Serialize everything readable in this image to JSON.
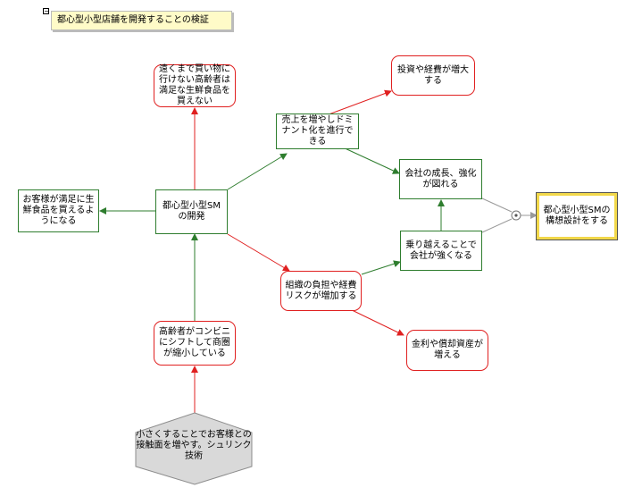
{
  "diagram": {
    "title": "都心型小型店舗を開発することの検証",
    "collapse_symbol": "−",
    "colors": {
      "red": "#e02020",
      "green": "#2e7d2e",
      "gray": "#999999",
      "goal_border": "#f2d84a"
    },
    "nodes": {
      "central": "都心型小型SMの開発",
      "customer": "お客様が満足に生鮮食品を買えるようになる",
      "elderly_far": "遠くまで買い物に行けない高齢者は満足な生鮮食品を買えない",
      "sales": "売上を増やしドミナント化を進行できる",
      "investment": "投資や経費が増大する",
      "growth": "会社の成長、強化が図れる",
      "goal": "都心型小型SMの構想設計をする",
      "overcome": "乗り越えることで会社が強くなる",
      "burden": "組織の負担や経費リスクが増加する",
      "interest": "金利や償却資産が増える",
      "convenience": "高齢者がコンビニにシフトして商圏が縮小している",
      "shrink": "小さくすることでお客様との接触面を増やす。シュリンク技術"
    }
  }
}
